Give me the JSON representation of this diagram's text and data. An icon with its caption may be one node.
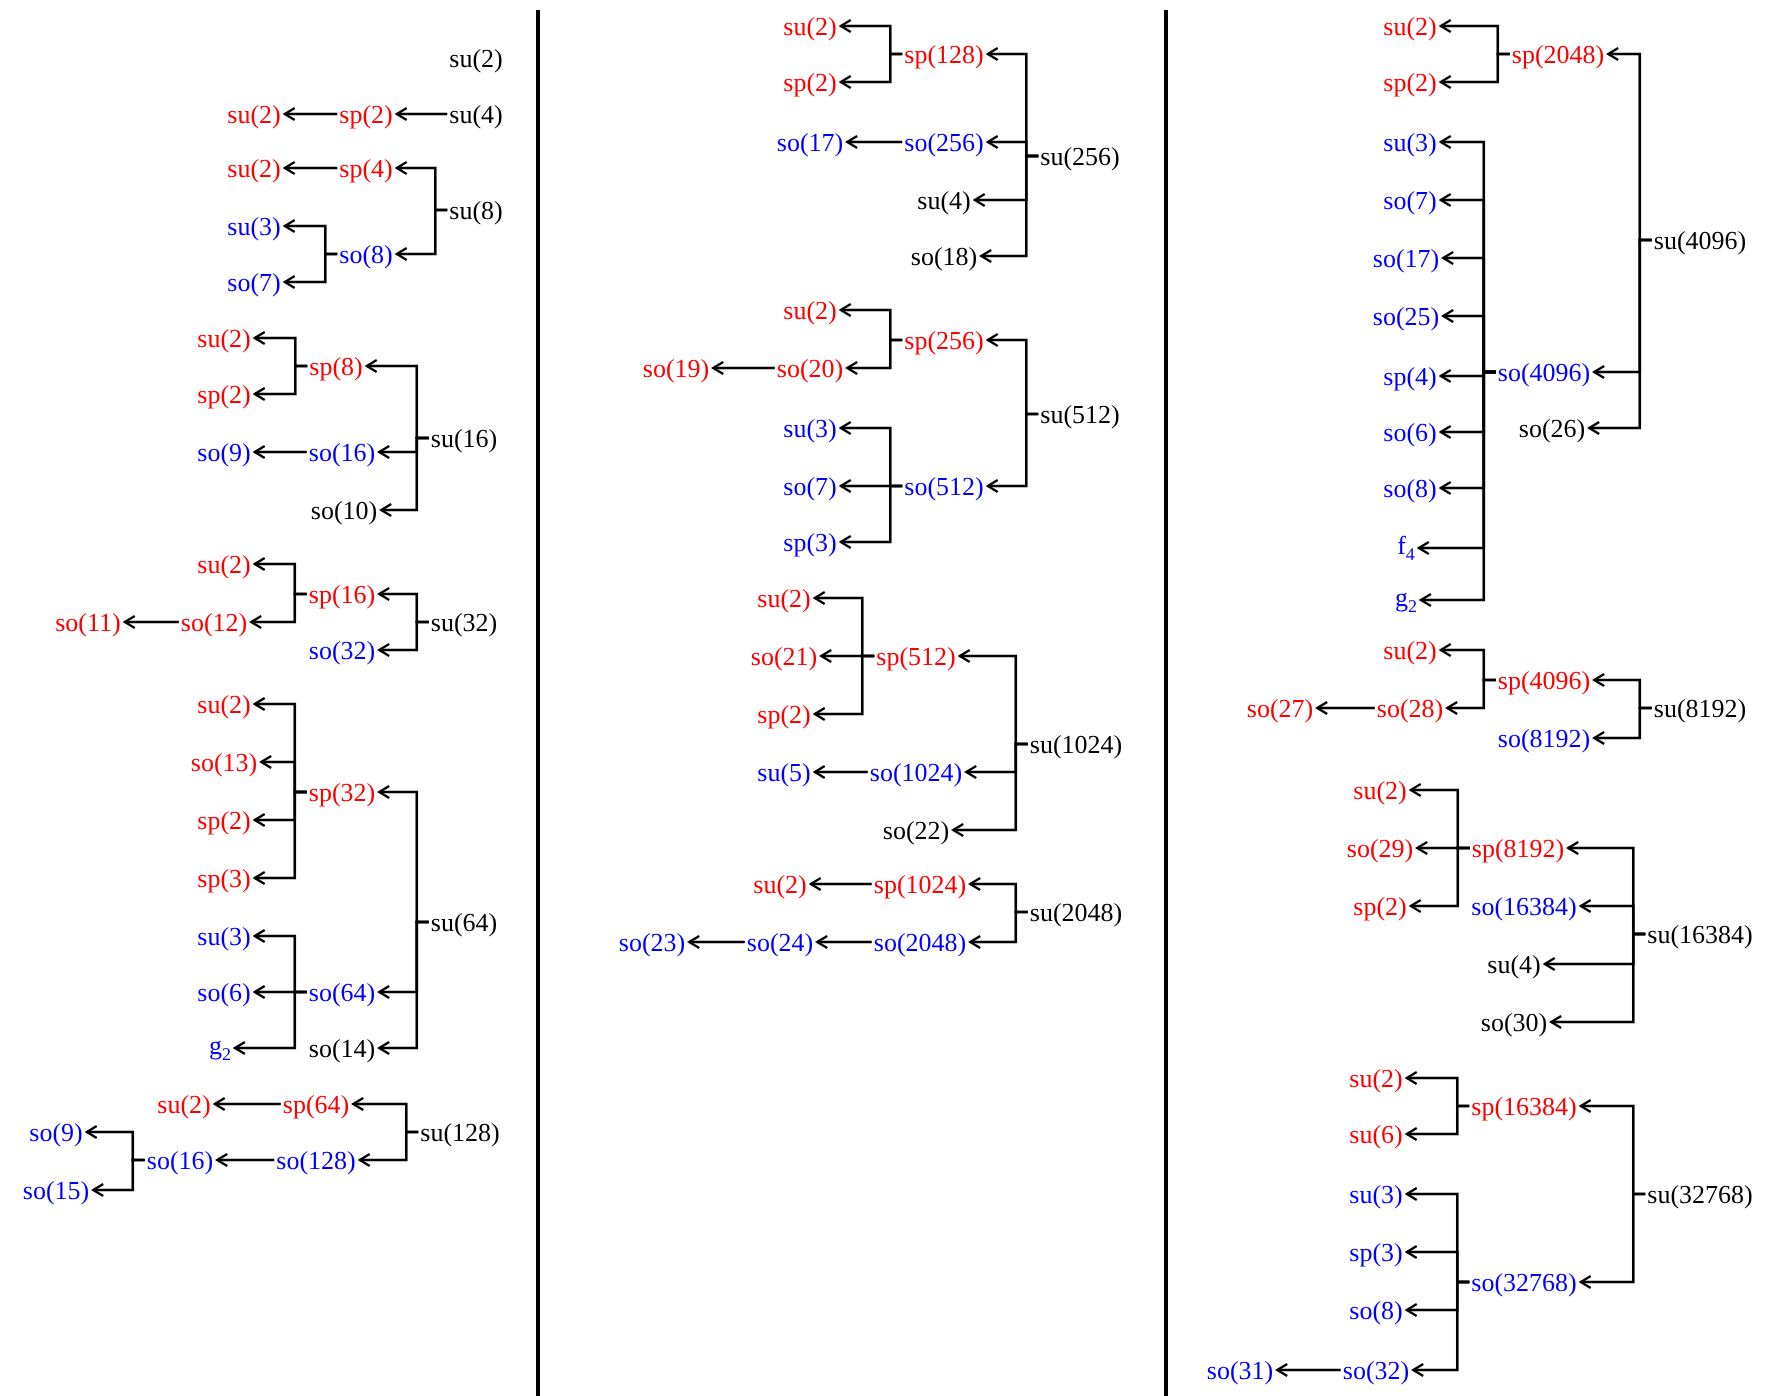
{
  "diagram": {
    "nodes": [
      {
        "text": [
          "su(2)"
        ]
      },
      {
        "text": [
          "su(4)"
        ]
      },
      {
        "text": [
          "sp(2)"
        ]
      },
      {
        "text": [
          "su(2)"
        ]
      },
      {
        "text": [
          "su(8)"
        ]
      },
      {
        "text": [
          "sp(4)"
        ]
      },
      {
        "text": [
          "su(2)"
        ]
      },
      {
        "text": [
          "so(8)"
        ]
      },
      {
        "text": [
          "su(3)"
        ]
      },
      {
        "text": [
          "so(7)"
        ]
      },
      {
        "text": [
          "su(16)"
        ]
      },
      {
        "text": [
          "sp(8)"
        ]
      },
      {
        "text": [
          "su(2)"
        ]
      },
      {
        "text": [
          "sp(2)"
        ]
      },
      {
        "text": [
          "so(16)"
        ]
      },
      {
        "text": [
          "so(9)"
        ]
      },
      {
        "text": [
          "so(10)"
        ]
      },
      {
        "text": [
          "su(32)"
        ]
      },
      {
        "text": [
          "sp(16)"
        ]
      },
      {
        "text": [
          "su(2)"
        ]
      },
      {
        "text": [
          "so(12)"
        ]
      },
      {
        "text": [
          "so(11)"
        ]
      },
      {
        "text": [
          "so(32)"
        ]
      },
      {
        "text": [
          "su(64)"
        ]
      },
      {
        "text": [
          "sp(32)"
        ]
      },
      {
        "text": [
          "su(2)"
        ]
      },
      {
        "text": [
          "so(13)"
        ]
      },
      {
        "text": [
          "sp(2)"
        ]
      },
      {
        "text": [
          "sp(3)"
        ]
      },
      {
        "text": [
          "so(64)"
        ]
      },
      {
        "text": [
          "su(3)"
        ]
      },
      {
        "text": [
          "so(6)"
        ]
      },
      {
        "text": [
          "g$_{2}$"
        ]
      },
      {
        "text": [
          "so(14)"
        ]
      },
      {
        "text": [
          "su(128)"
        ]
      },
      {
        "text": [
          "sp(64)"
        ]
      },
      {
        "text": [
          "su(2)"
        ]
      },
      {
        "text": [
          "so(128)"
        ]
      },
      {
        "text": [
          "so(16)"
        ]
      },
      {
        "text": [
          "so(9)"
        ]
      },
      {
        "text": [
          "so(15)"
        ]
      },
      {
        "text": [
          "su(256)"
        ]
      },
      {
        "text": [
          "sp(128)"
        ]
      },
      {
        "text": [
          "su(2)"
        ]
      },
      {
        "text": [
          "sp(2)"
        ]
      },
      {
        "text": [
          "so(256)"
        ]
      },
      {
        "text": [
          "so(17)"
        ]
      },
      {
        "text": [
          "su(4)"
        ]
      },
      {
        "text": [
          "so(18)"
        ]
      },
      {
        "text": [
          "su(512)"
        ]
      },
      {
        "text": [
          "sp(256)"
        ]
      },
      {
        "text": [
          "su(2)"
        ]
      },
      {
        "text": [
          "so(20)"
        ]
      },
      {
        "text": [
          "so(19)"
        ]
      },
      {
        "text": [
          "so(512)"
        ]
      },
      {
        "text": [
          "su(3)"
        ]
      },
      {
        "text": [
          "so(7)"
        ]
      },
      {
        "text": [
          "sp(3)"
        ]
      },
      {
        "text": [
          "su(1024)"
        ]
      },
      {
        "text": [
          "sp(512)"
        ]
      },
      {
        "text": [
          "su(2)"
        ]
      },
      {
        "text": [
          "so(21)"
        ]
      },
      {
        "text": [
          "sp(2)"
        ]
      },
      {
        "text": [
          "so(1024)"
        ]
      },
      {
        "text": [
          "su(5)"
        ]
      },
      {
        "text": [
          "so(22)"
        ]
      },
      {
        "text": [
          "su(2048)"
        ]
      },
      {
        "text": [
          "sp(1024)"
        ]
      },
      {
        "text": [
          "su(2)"
        ]
      },
      {
        "text": [
          "so(2048)"
        ]
      },
      {
        "text": [
          "so(24)"
        ]
      },
      {
        "text": [
          "so(23)"
        ]
      },
      {
        "text": [
          "su(4096)"
        ]
      },
      {
        "text": [
          "sp(2048)"
        ]
      },
      {
        "text": [
          "su(2)"
        ]
      },
      {
        "text": [
          "sp(2)"
        ]
      },
      {
        "text": [
          "so(4096)"
        ]
      },
      {
        "text": [
          "su(3)"
        ]
      },
      {
        "text": [
          "so(7)"
        ]
      },
      {
        "text": [
          "so(17)"
        ]
      },
      {
        "text": [
          "so(25)"
        ]
      },
      {
        "text": [
          "sp(4)"
        ]
      },
      {
        "text": [
          "so(6)"
        ]
      },
      {
        "text": [
          "so(8)"
        ]
      },
      {
        "text": [
          "f$_{4}$"
        ]
      },
      {
        "text": [
          "g$_{2}$"
        ]
      },
      {
        "text": [
          "so(26)"
        ]
      },
      {
        "text": [
          "su(8192)"
        ]
      },
      {
        "text": [
          "sp(4096)"
        ]
      },
      {
        "text": [
          "su(2)"
        ]
      },
      {
        "text": [
          "so(28)"
        ]
      },
      {
        "text": [
          "so(27)"
        ]
      },
      {
        "text": [
          "so(8192)"
        ]
      },
      {
        "text": [
          "su(16384)"
        ]
      },
      {
        "text": [
          "sp(8192)"
        ]
      },
      {
        "text": [
          "su(2)"
        ]
      },
      {
        "text": [
          "so(29)"
        ]
      },
      {
        "text": [
          "sp(2)"
        ]
      },
      {
        "text": [
          "so(16384)"
        ]
      },
      {
        "text": [
          "su(4)"
        ]
      },
      {
        "text": [
          "so(30)"
        ]
      },
      {
        "text": [
          "su(32768)"
        ]
      },
      {
        "text": [
          "sp(16384)"
        ]
      },
      {
        "text": [
          "su(2)"
        ]
      },
      {
        "text": [
          "su(6)"
        ]
      },
      {
        "text": [
          "so(32768)"
        ]
      },
      {
        "text": [
          "su(3)"
        ]
      },
      {
        "text": [
          "sp(3)"
        ]
      },
      {
        "text": [
          "so(8)"
        ]
      },
      {
        "text": [
          "so(32)"
        ]
      },
      {
        "text": [
          "so(31)"
        ]
      }
    ],
    "edges": [
      {
        "from": 1,
        "to": 2,
        "arrow": "to"
      },
      {
        "from": 2,
        "to": 3,
        "arrow": "to"
      },
      {
        "from": 4,
        "to": 5,
        "arrow": "to"
      },
      {
        "from": 5,
        "to": 6,
        "arrow": "to"
      },
      {
        "from": 4,
        "to": 7,
        "arrow": "to"
      },
      {
        "from": 7,
        "to": 8,
        "arrow": "to"
      },
      {
        "from": 7,
        "to": 9,
        "arrow": "to"
      },
      {
        "from": 10,
        "to": 11,
        "arrow": "to"
      },
      {
        "from": 11,
        "to": 12,
        "arrow": "to"
      },
      {
        "from": 11,
        "to": 13,
        "arrow": "to"
      },
      {
        "from": 10,
        "to": 14,
        "arrow": "to"
      },
      {
        "from": 14,
        "to": 15,
        "arrow": "to"
      },
      {
        "from": 10,
        "to": 16,
        "arrow": "to"
      },
      {
        "from": 17,
        "to": 18,
        "arrow": "to"
      },
      {
        "from": 18,
        "to": 19,
        "arrow": "to"
      },
      {
        "from": 18,
        "to": 20,
        "arrow": "to"
      },
      {
        "from": 20,
        "to": 21,
        "arrow": "to"
      },
      {
        "from": 17,
        "to": 22,
        "arrow": "to"
      },
      {
        "from": 23,
        "to": 24,
        "arrow": "to"
      },
      {
        "from": 24,
        "to": 25,
        "arrow": "to"
      },
      {
        "from": 24,
        "to": 26,
        "arrow": "to"
      },
      {
        "from": 24,
        "to": 27,
        "arrow": "to"
      },
      {
        "from": 24,
        "to": 28,
        "arrow": "to"
      },
      {
        "from": 23,
        "to": 29,
        "arrow": "to"
      },
      {
        "from": 29,
        "to": 30,
        "arrow": "to"
      },
      {
        "from": 29,
        "to": 31,
        "arrow": "to"
      },
      {
        "from": 29,
        "to": 32,
        "arrow": "to"
      },
      {
        "from": 23,
        "to": 33,
        "arrow": "to"
      },
      {
        "from": 34,
        "to": 35,
        "arrow": "to"
      },
      {
        "from": 35,
        "to": 36,
        "arrow": "to"
      },
      {
        "from": 34,
        "to": 37,
        "arrow": "to"
      },
      {
        "from": 37,
        "to": 38,
        "arrow": "to"
      },
      {
        "from": 38,
        "to": 39,
        "arrow": "to"
      },
      {
        "from": 38,
        "to": 40,
        "arrow": "to"
      },
      {
        "from": 41,
        "to": 42,
        "arrow": "to"
      },
      {
        "from": 42,
        "to": 43,
        "arrow": "to"
      },
      {
        "from": 42,
        "to": 44,
        "arrow": "to"
      },
      {
        "from": 41,
        "to": 45,
        "arrow": "to"
      },
      {
        "from": 45,
        "to": 46,
        "arrow": "to"
      },
      {
        "from": 41,
        "to": 47,
        "arrow": "to"
      },
      {
        "from": 41,
        "to": 48,
        "arrow": "to"
      },
      {
        "from": 49,
        "to": 50,
        "arrow": "to"
      },
      {
        "from": 50,
        "to": 51,
        "arrow": "to"
      },
      {
        "from": 50,
        "to": 52,
        "arrow": "to"
      },
      {
        "from": 52,
        "to": 53,
        "arrow": "to"
      },
      {
        "from": 49,
        "to": 54,
        "arrow": "to"
      },
      {
        "from": 54,
        "to": 55,
        "arrow": "to"
      },
      {
        "from": 54,
        "to": 56,
        "arrow": "to"
      },
      {
        "from": 54,
        "to": 57,
        "arrow": "to"
      },
      {
        "from": 58,
        "to": 59,
        "arrow": "to"
      },
      {
        "from": 59,
        "to": 60,
        "arrow": "to"
      },
      {
        "from": 59,
        "to": 61,
        "arrow": "to"
      },
      {
        "from": 59,
        "to": 62,
        "arrow": "to"
      },
      {
        "from": 58,
        "to": 63,
        "arrow": "to"
      },
      {
        "from": 63,
        "to": 64,
        "arrow": "to"
      },
      {
        "from": 58,
        "to": 65,
        "arrow": "to"
      },
      {
        "from": 66,
        "to": 67,
        "arrow": "to"
      },
      {
        "from": 67,
        "to": 68,
        "arrow": "to"
      },
      {
        "from": 66,
        "to": 69,
        "arrow": "to"
      },
      {
        "from": 69,
        "to": 70,
        "arrow": "to"
      },
      {
        "from": 70,
        "to": 71,
        "arrow": "to"
      },
      {
        "from": 72,
        "to": 73,
        "arrow": "to"
      },
      {
        "from": 73,
        "to": 74,
        "arrow": "to"
      },
      {
        "from": 73,
        "to": 75,
        "arrow": "to"
      },
      {
        "from": 72,
        "to": 76,
        "arrow": "to"
      },
      {
        "from": 76,
        "to": 77,
        "arrow": "to"
      },
      {
        "from": 76,
        "to": 78,
        "arrow": "to"
      },
      {
        "from": 76,
        "to": 79,
        "arrow": "to"
      },
      {
        "from": 76,
        "to": 80,
        "arrow": "to"
      },
      {
        "from": 76,
        "to": 81,
        "arrow": "to"
      },
      {
        "from": 76,
        "to": 82,
        "arrow": "to"
      },
      {
        "from": 76,
        "to": 83,
        "arrow": "to"
      },
      {
        "from": 76,
        "to": 84,
        "arrow": "to"
      },
      {
        "from": 76,
        "to": 85,
        "arrow": "to"
      },
      {
        "from": 72,
        "to": 86,
        "arrow": "to"
      },
      {
        "from": 87,
        "to": 88,
        "arrow": "to"
      },
      {
        "from": 88,
        "to": 89,
        "arrow": "to"
      },
      {
        "from": 88,
        "to": 90,
        "arrow": "to"
      },
      {
        "from": 90,
        "to": 91,
        "arrow": "to"
      },
      {
        "from": 87,
        "to": 92,
        "arrow": "to"
      },
      {
        "from": 93,
        "to": 94,
        "arrow": "to"
      },
      {
        "from": 94,
        "to": 95,
        "arrow": "to"
      },
      {
        "from": 94,
        "to": 96,
        "arrow": "to"
      },
      {
        "from": 94,
        "to": 97,
        "arrow": "to"
      },
      {
        "from": 93,
        "to": 98,
        "arrow": "to"
      },
      {
        "from": 93,
        "to": 99,
        "arrow": "to"
      },
      {
        "from": 93,
        "to": 100,
        "arrow": "to"
      },
      {
        "from": 101,
        "to": 102,
        "arrow": "to"
      },
      {
        "from": 102,
        "to": 103,
        "arrow": "to"
      },
      {
        "from": 102,
        "to": 104,
        "arrow": "to"
      },
      {
        "from": 101,
        "to": 105,
        "arrow": "to"
      },
      {
        "from": 105,
        "to": 106,
        "arrow": "to"
      },
      {
        "from": 105,
        "to": 107,
        "arrow": "to"
      },
      {
        "from": 105,
        "to": 108,
        "arrow": "to"
      },
      {
        "from": 105,
        "to": 109,
        "arrow": "to"
      },
      {
        "from": 109,
        "to": 110,
        "arrow": "to"
      }
    ]
  }
}
